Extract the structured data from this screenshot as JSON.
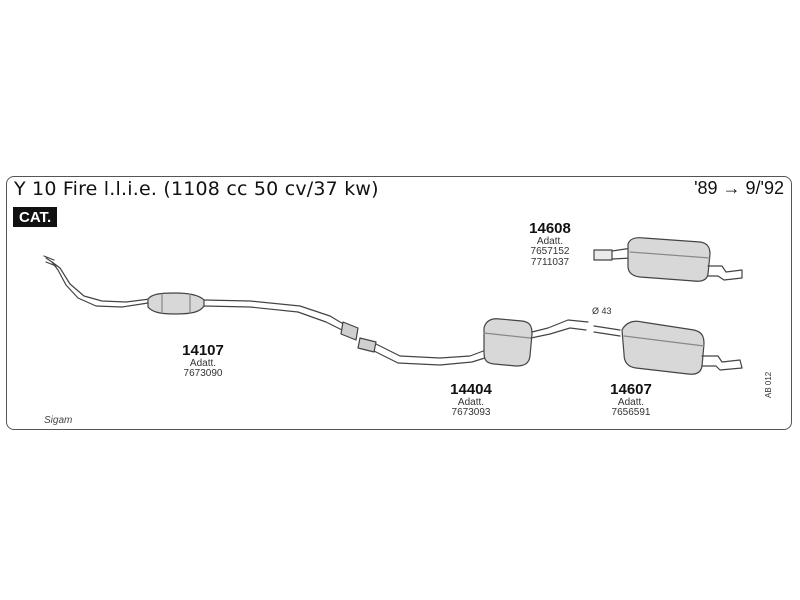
{
  "title": "Y 10 Fire l.l.i.e. (1108 cc 50 cv/37 kw)",
  "years": "'89 → 9/'92",
  "badge": "CAT.",
  "parts": [
    {
      "number": "14107",
      "lines": [
        "Adatt.",
        "7673090"
      ]
    },
    {
      "number": "14404",
      "lines": [
        "Adatt.",
        "7673093"
      ]
    },
    {
      "number": "14607",
      "lines": [
        "Adatt.",
        "7656591"
      ]
    },
    {
      "number": "14608",
      "lines": [
        "Adatt.",
        "7657152",
        "7711037"
      ]
    }
  ],
  "diameter_label": "Ø 43",
  "side_code": "AB 012",
  "brand": "Sigam"
}
